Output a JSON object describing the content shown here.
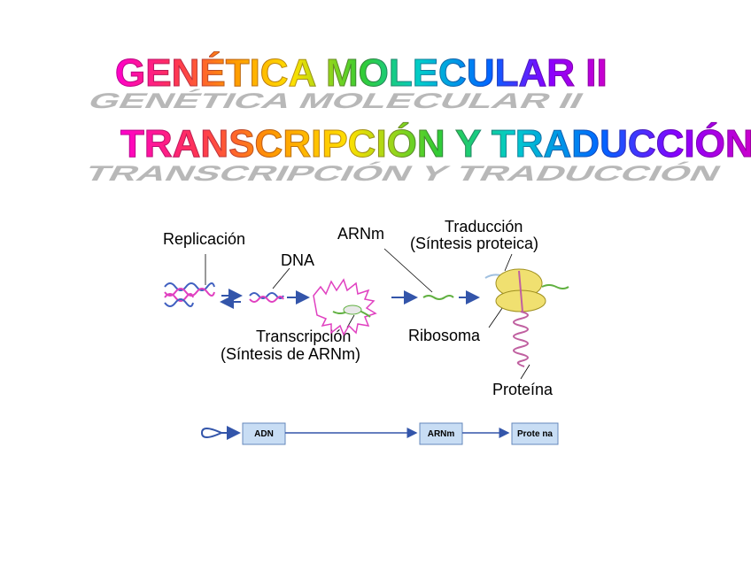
{
  "title": {
    "line1": "GENÉTICA MOLECULAR II",
    "line2": "TRANSCRIPCIÓN Y TRADUCCIÓN"
  },
  "diagram": {
    "replicacion": "Replicación",
    "dna": "DNA",
    "arnm": "ARNm",
    "traduccion": "Traducción",
    "sintesis_proteica": "(Síntesis proteica)",
    "transcripcion": "Transcripción",
    "sintesis_arnm": "(Síntesis de ARNm)",
    "ribosoma": "Ribosoma",
    "proteina": "Proteína"
  },
  "flow": {
    "adn": "ADN",
    "arnm": "ARNm",
    "proteina": "Prote na"
  },
  "colors": {
    "arrow": "#3355aa",
    "dna_pink": "#e040c0",
    "dna_blue": "#4060c0",
    "rna_green": "#60b040",
    "ribosome": "#f0e070",
    "protein": "#c060a0",
    "box_fill": "#c8ddf4"
  }
}
